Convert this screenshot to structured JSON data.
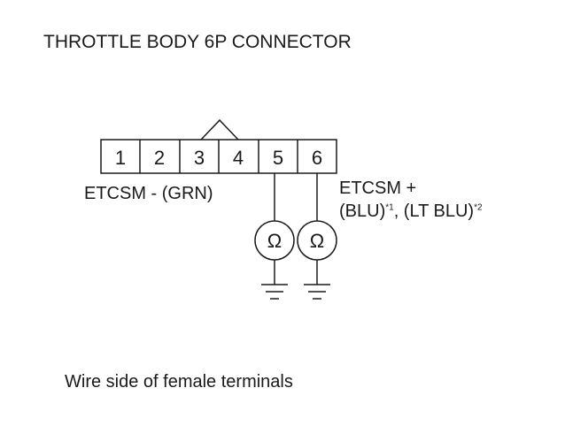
{
  "title": "THROTTLE BODY 6P CONNECTOR",
  "connector": {
    "terminals": [
      "1",
      "2",
      "3",
      "4",
      "5",
      "6"
    ]
  },
  "labels": {
    "left": "ETCSM -  (GRN)",
    "right_line1": "ETCSM +",
    "right_line2_a": "(BLU)",
    "right_line2_sup_a": "*1",
    "right_line2_b": ", (LT BLU)",
    "right_line2_sup_b": "*2"
  },
  "meters": {
    "symbol": "Ω"
  },
  "footer": "Wire side of female terminals"
}
